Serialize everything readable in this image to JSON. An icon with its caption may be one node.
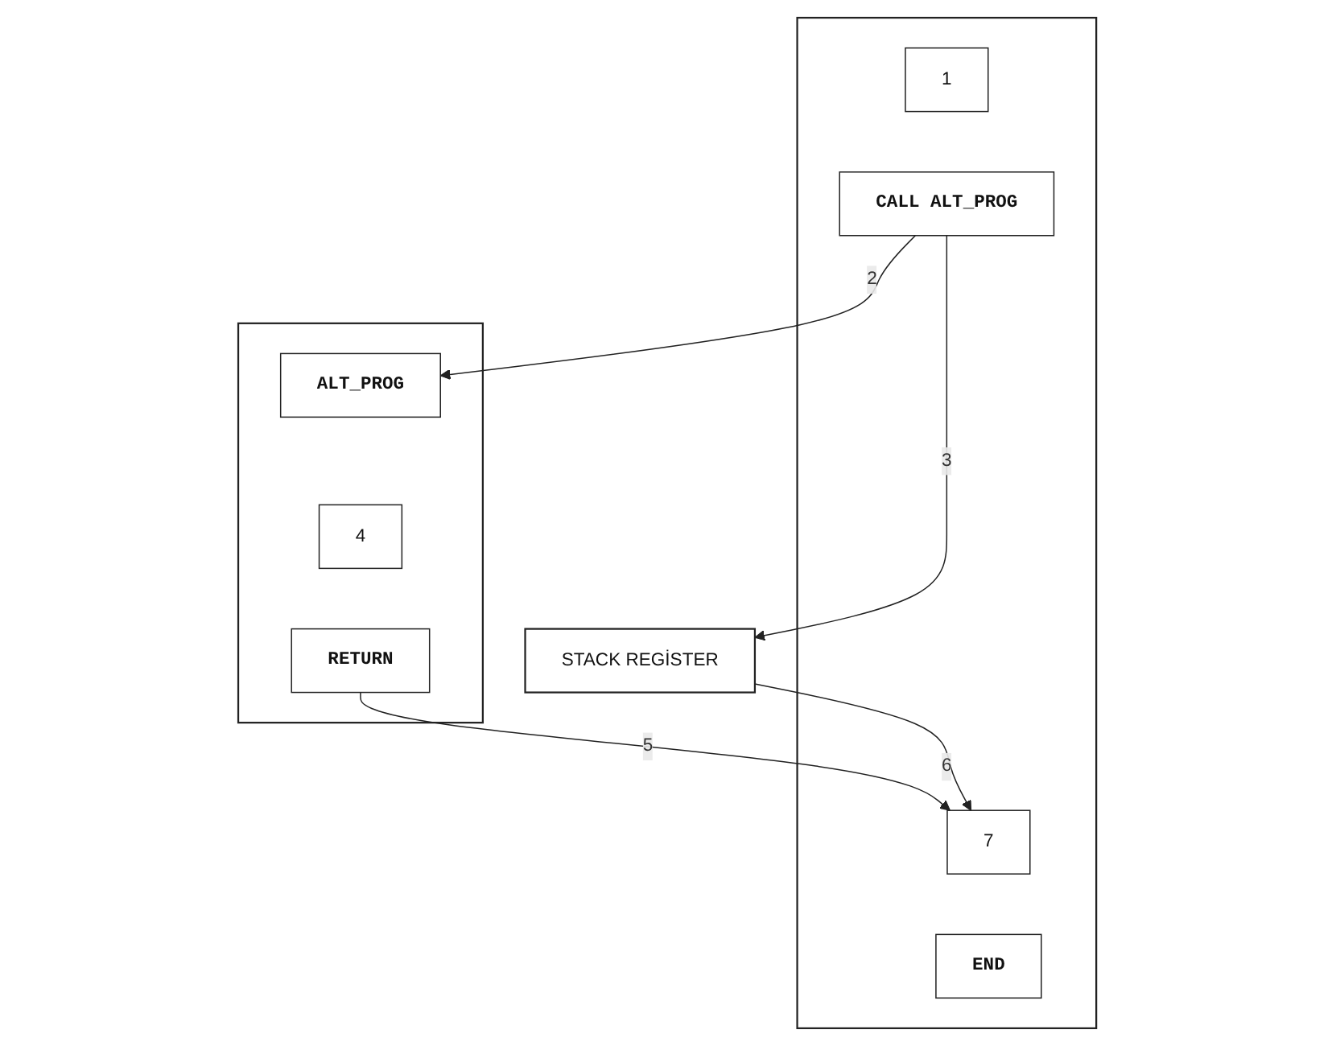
{
  "diagram": {
    "nodes": [
      {
        "text": [],
        "shape": "box"
      },
      {
        "text": [
          "1"
        ],
        "in": 0
      },
      {
        "text": [
          "CALL ALT_PROG"
        ],
        "in": 0
      },
      {
        "text": [
          "7"
        ],
        "in": 0
      },
      {
        "text": [
          "END"
        ],
        "in": 0
      },
      {
        "text": [
          "STACK REGİSTER"
        ]
      },
      {
        "text": [],
        "shape": "box"
      },
      {
        "text": [
          "ALT_PROG"
        ],
        "in": 6
      },
      {
        "text": [
          "4"
        ],
        "in": 6
      },
      {
        "text": [
          "RETURN"
        ],
        "in": 6
      }
    ],
    "edges": [
      {
        "from": 2,
        "to": 5,
        "arrow": "to",
        "label": "3"
      },
      {
        "from": 2,
        "to": 7,
        "arrow": "to",
        "label": "2"
      },
      {
        "from": 9,
        "to": 3,
        "arrow": "to",
        "label": "5"
      },
      {
        "from": 5,
        "to": 3,
        "arrow": "to",
        "label": "6"
      }
    ]
  }
}
